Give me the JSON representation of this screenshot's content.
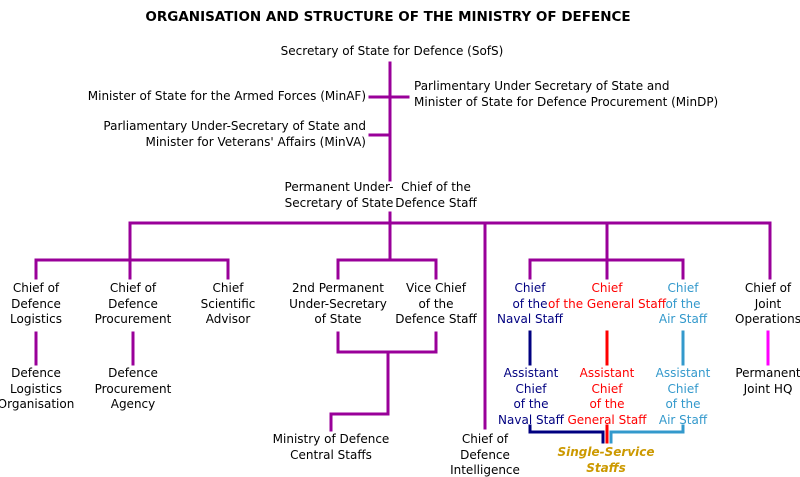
{
  "title": "ORGANISATION AND STRUCTURE OF THE MINISTRY OF DEFENCE",
  "colors": {
    "connector": "#990099",
    "naval": "#000080",
    "general": "#ff0000",
    "air": "#3399cc",
    "joint": "#ff00ff",
    "single_service": "#cc9900"
  },
  "ministers": {
    "sofs": "Secretary of State for Defence (SofS)",
    "minaf": "Minister of State for the Armed Forces (MinAF)",
    "mindp": "Parlimentary Under Secretary of State and\nMinister of State for Defence Procurement (MinDP)",
    "minva": "Parliamentary Under-Secretary of State and\nMinister for Veterans' Affairs (MinVA)"
  },
  "heads": {
    "pus": "Permanent Under-\nSecretary of State",
    "cds": "Chief of the\nDefence Staff"
  },
  "level2": {
    "cdl": "Chief of\nDefence\nLogistics",
    "cdp": "Chief of\nDefence\nProcurement",
    "csa": "Chief\nScientific\nAdvisor",
    "pus2": "2nd Permanent\nUnder-Secretary\nof State",
    "vcds": "Vice Chief\nof the\nDefence Staff",
    "cdi": "Chief of\nDefence\nIntelligence",
    "cns": "Chief\nof the\nNaval Staff",
    "cgs": "Chief\nof the General Staff",
    "cas": "Chief\nof the\nAir Staff",
    "cjo": "Chief of\nJoint\nOperations"
  },
  "level3": {
    "dlo": "Defence\nLogistics\nOrganisation",
    "dpa": "Defence\nProcurement\nAgency",
    "mod_central": "Ministry of Defence\nCentral Staffs",
    "acns": "Assistant\nChief\nof the\nNaval Staff",
    "acgs": "Assistant\nChief\nof the\nGeneral Staff",
    "acas": "Assistant\nChief\nof the\nAir Staff",
    "pjhq": "Permanent\nJoint HQ"
  },
  "single_service": "Single-Service\nStaffs"
}
